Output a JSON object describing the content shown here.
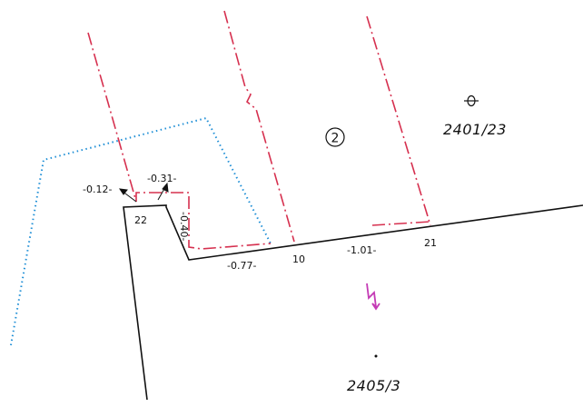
{
  "parcels": {
    "north": "2401/23",
    "south": "2405/3"
  },
  "building_number": "2",
  "points": {
    "p22": "22",
    "p10": "10",
    "p21": "21"
  },
  "measurements": {
    "m1": "-0.12-",
    "m2": "-0.31-",
    "m3": "-0.40-",
    "m4": "-0.77-",
    "m5": "-1.01-"
  },
  "colors": {
    "boundary": "#111111",
    "proposed": "#d6304f",
    "old_boundary": "#1f8fd6",
    "parcel_sign": "#c43bb5"
  }
}
